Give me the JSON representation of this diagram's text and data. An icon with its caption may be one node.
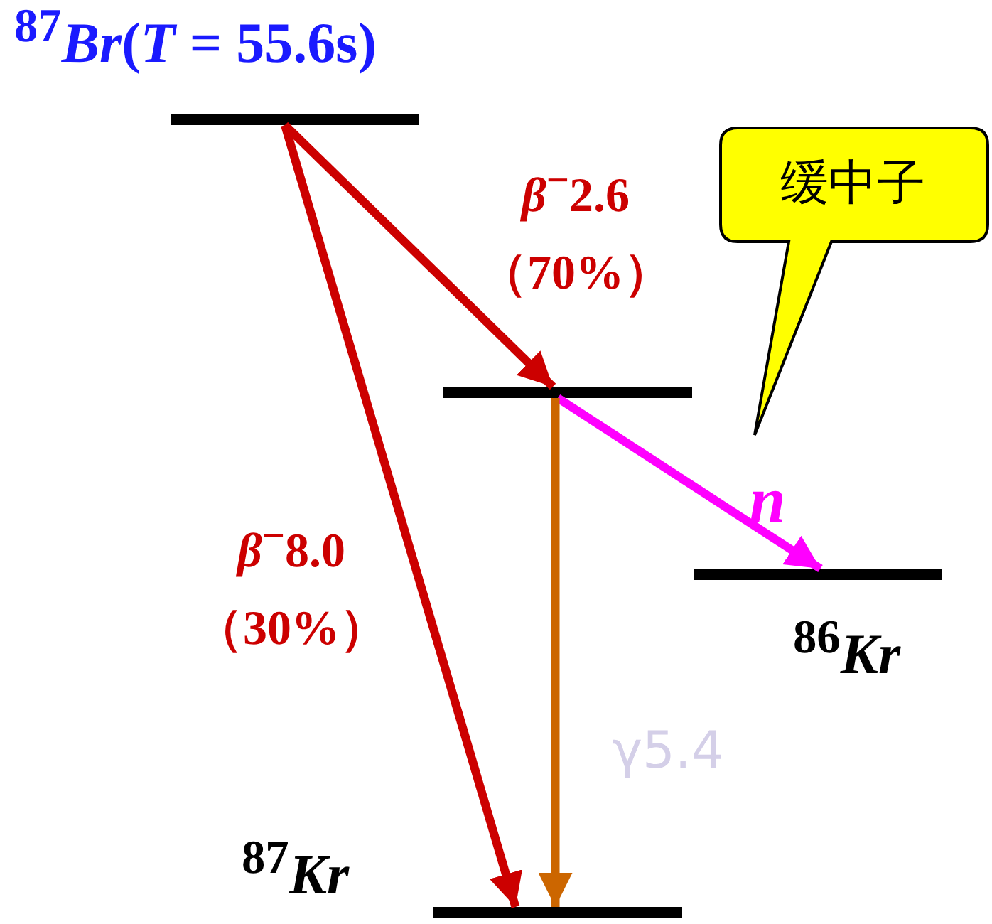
{
  "diagram": {
    "nodes": [
      {
        "text": [
          "$^{87}$*Br*(*T* = 55.6s)"
        ]
      },
      {
        "text": [],
        "shape": "bar"
      },
      {
        "text": [
          "$^{86}$*Kr*"
        ]
      },
      {
        "text": [
          "$^{87}$*Kr*"
        ]
      },
      {
        "text": [
          "缓中子"
        ]
      }
    ],
    "edges": [
      {
        "from": 0,
        "to": 1,
        "arrow": "to",
        "label": "*β*$^{−}$2.6 （70%）",
        "color": "#cc0000"
      },
      {
        "from": 0,
        "to": 3,
        "arrow": "to",
        "label": "*β*$^{−}$8.0 （30%）",
        "color": "#cc0000"
      },
      {
        "from": 1,
        "to": 2,
        "arrow": "to",
        "label": "n",
        "color": "#ff00ff"
      },
      {
        "from": 1,
        "to": 3,
        "arrow": "to",
        "label": "γ5.4",
        "color": "#cc6600"
      }
    ]
  }
}
